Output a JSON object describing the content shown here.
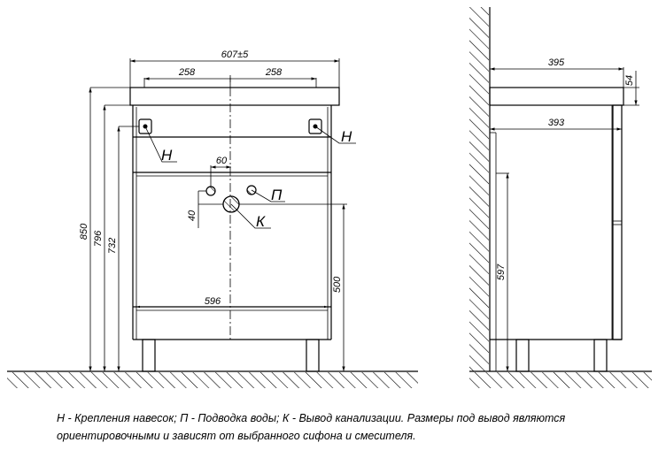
{
  "front_view": {
    "dim_total_width": "607±5",
    "dim_left_half": "258",
    "dim_right_half": "258",
    "dim_height_850": "850",
    "dim_height_796": "796",
    "dim_height_732": "732",
    "dim_inner_width": "596",
    "dim_drain_height": "500",
    "dim_water_spacing": "60",
    "dim_water_offset": "40",
    "label_mount_left": "Н",
    "label_mount_right": "Н",
    "label_water": "П",
    "label_drain": "К"
  },
  "side_view": {
    "dim_top_depth": "395",
    "dim_top_thickness": "54",
    "dim_body_depth": "393",
    "dim_inner_height": "597"
  },
  "note": {
    "line1": "Н - Крепления навесок; П - Подводка воды; К - Вывод канализации. Размеры под вывод являются",
    "line2": "ориентировочными и зависят от выбранного сифона и смесителя."
  }
}
